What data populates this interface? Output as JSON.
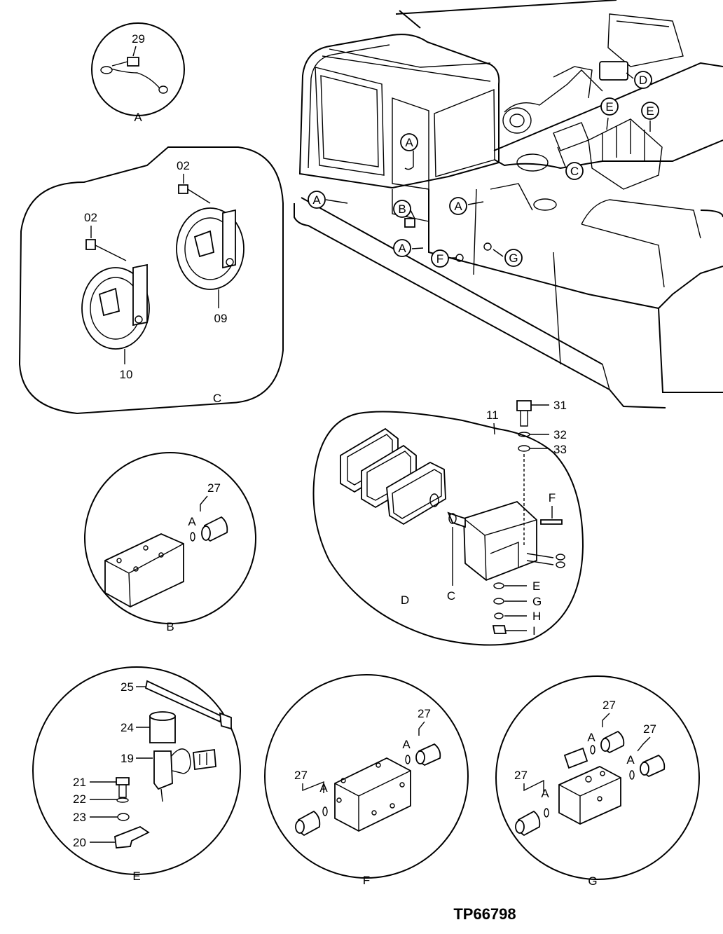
{
  "drawing_number": "TP66798",
  "detail_captions": {
    "a": "A",
    "b": "B",
    "c": "C",
    "d": "D",
    "e": "E",
    "f": "F",
    "g": "G"
  },
  "part_numbers": {
    "p29": "29",
    "p02a": "02",
    "p02b": "02",
    "p09": "09",
    "p10": "10",
    "p27_b": "27",
    "p11": "11",
    "p31": "31",
    "p32": "32",
    "p33": "33",
    "p25": "25",
    "p24": "24",
    "p19": "19",
    "p21": "21",
    "p22": "22",
    "p23": "23",
    "p20": "20",
    "p27_f1": "27",
    "p27_f2": "27",
    "p27_g1": "27",
    "p27_g2": "27",
    "p27_g3": "27"
  },
  "sub_letters": {
    "b_a": "A",
    "d_f": "F",
    "d_c": "C",
    "d_e": "E",
    "d_g": "G",
    "d_h": "H",
    "d_i": "I",
    "f_a1": "A",
    "f_a2": "A",
    "g_a1": "A",
    "g_a2": "A",
    "g_a3": "A"
  },
  "machine_markers": {
    "m1": "A",
    "m2": "A",
    "m3": "A",
    "m4": "A",
    "m5": "B",
    "m6": "C",
    "m7": "D",
    "m8": "E",
    "m9": "E",
    "m10": "F",
    "m11": "G"
  }
}
